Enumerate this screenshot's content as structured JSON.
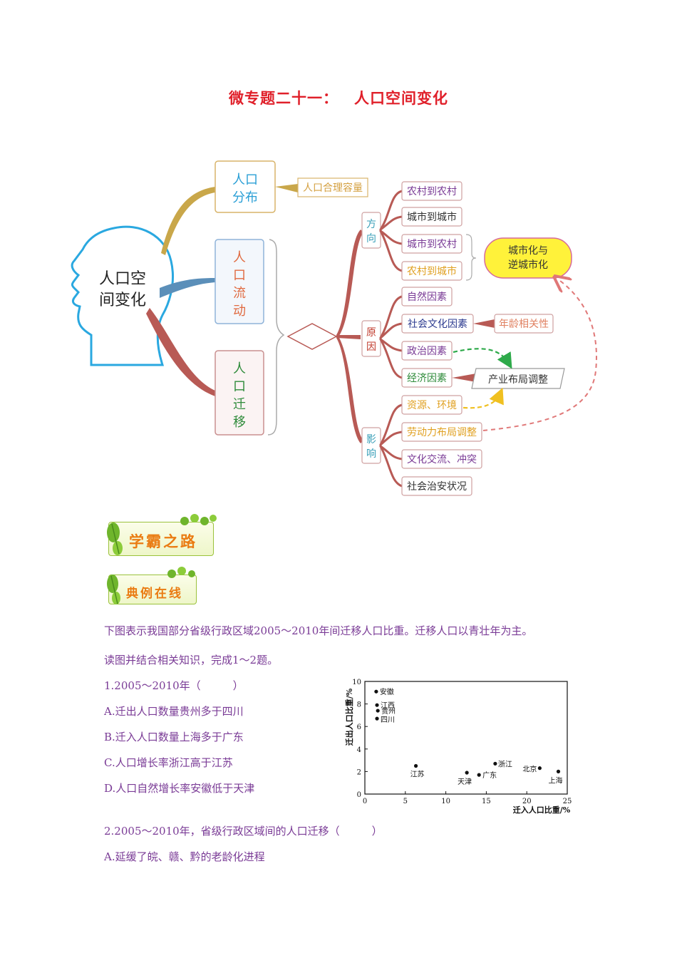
{
  "page": {
    "title_prefix": "微专题二十一：",
    "title_main": "人口空间变化"
  },
  "mindmap": {
    "center": "人口空间变化",
    "center_line1": "人口空",
    "center_line2": "间变化",
    "branches": [
      {
        "label": "人口分布",
        "lines": [
          "人口",
          "分布"
        ],
        "child": "人口合理容量",
        "color": "#c9a74a"
      },
      {
        "label": "人口流动",
        "lines": [
          "人",
          "口",
          "流",
          "动"
        ],
        "color": "#5b8fb9"
      },
      {
        "label": "人口迁移",
        "lines": [
          "人",
          "口",
          "迁",
          "移"
        ],
        "color": "#b85a55"
      }
    ],
    "groups": [
      {
        "label": "方向",
        "lines": [
          "方",
          "向"
        ],
        "color": "#3a9fb8",
        "items": [
          "农村到农村",
          "城市到城市",
          "城市到农村",
          "农村到城市"
        ],
        "item_colors": [
          "#7a3b96",
          "#333333",
          "#7a3b96",
          "#e0a020"
        ]
      },
      {
        "label": "原因",
        "lines": [
          "原",
          "因"
        ],
        "color": "#c0392b",
        "items": [
          "自然因素",
          "社会文化因素",
          "政治因素",
          "经济因素"
        ],
        "item_colors": [
          "#7a3b96",
          "#2b3a8f",
          "#7a3b96",
          "#2e8b3a"
        ]
      },
      {
        "label": "影响",
        "lines": [
          "影",
          "响"
        ],
        "color": "#3a9fb8",
        "items": [
          "资源、环境",
          "劳动力布局调整",
          "文化交流、冲突",
          "社会治安状况"
        ],
        "item_colors": [
          "#e0a020",
          "#e0a020",
          "#7a3b96",
          "#333333"
        ]
      }
    ],
    "urbanization": {
      "line1": "城市化与",
      "line2": "逆城市化"
    },
    "age_related": "年龄相关性",
    "industry": "产业布局调整"
  },
  "banners": {
    "road": "学霸之路",
    "examples": "典例在线"
  },
  "questions": {
    "intro_line1": "下图表示我国部分省级行政区域2005～2010年间迁移人口比重。迁移人口以青壮年为主。",
    "intro_line2": "读图并结合相关知识，完成1～2题。",
    "q1_stem": "1.2005～2010年（　　　）",
    "q1_options": [
      "A.迁出人口数量贵州多于四川",
      "B.迁入人口数量上海多于广东",
      "C.人口增长率浙江高于江苏",
      "D.人口自然增长率安徽低于天津"
    ],
    "q2_stem": "2.2005～2010年，省级行政区域间的人口迁移（　　　）",
    "q2_options": [
      "A.延缓了皖、赣、黔的老龄化进程"
    ]
  },
  "chart_data": {
    "type": "scatter",
    "xlabel": "迁入人口比重/%",
    "ylabel": "迁出人口比重/%",
    "xlim": [
      0,
      25
    ],
    "ylim": [
      0,
      10
    ],
    "xticks": [
      0,
      5,
      10,
      15,
      20,
      25
    ],
    "yticks": [
      0,
      2,
      4,
      6,
      8,
      10
    ],
    "points": [
      {
        "name": "安徽",
        "x": 1.4,
        "y": 9.1
      },
      {
        "name": "江西",
        "x": 1.5,
        "y": 7.9
      },
      {
        "name": "贵州",
        "x": 1.6,
        "y": 7.4
      },
      {
        "name": "四川",
        "x": 1.5,
        "y": 6.7
      },
      {
        "name": "江苏",
        "x": 6.3,
        "y": 2.5
      },
      {
        "name": "天津",
        "x": 12.6,
        "y": 1.9
      },
      {
        "name": "广东",
        "x": 14.1,
        "y": 1.7
      },
      {
        "name": "浙江",
        "x": 16.1,
        "y": 2.7
      },
      {
        "name": "北京",
        "x": 21.6,
        "y": 2.3
      },
      {
        "name": "上海",
        "x": 23.9,
        "y": 2.0
      }
    ]
  }
}
